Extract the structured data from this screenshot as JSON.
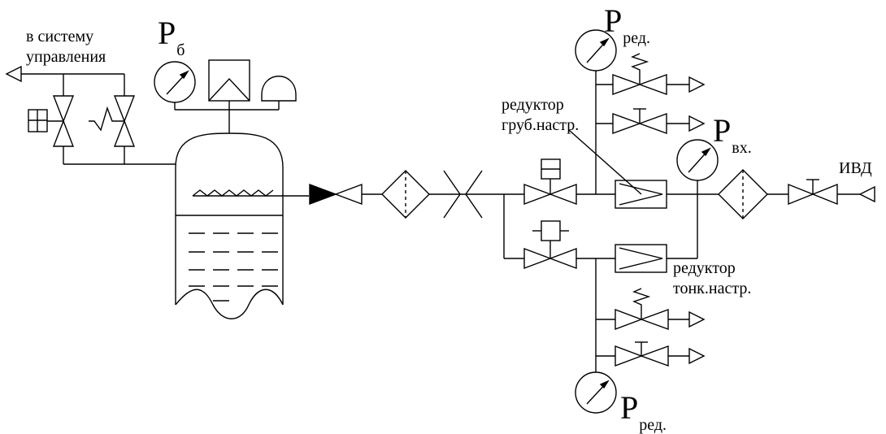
{
  "labels": {
    "control_system": {
      "line1": "в систему",
      "line2": "управления"
    },
    "p_tank": {
      "main": "P",
      "sub": "б"
    },
    "p_reduced_top": {
      "main": "P",
      "sub": "ред."
    },
    "p_inlet": {
      "main": "P",
      "sub": "вх."
    },
    "p_reduced_bottom": {
      "main": "P",
      "sub": "ред."
    },
    "coarse_reducer": {
      "line1": "редуктор",
      "line2": "груб.настр."
    },
    "fine_reducer": {
      "line1": "редуктор",
      "line2": "тонк.настр."
    },
    "high_pressure_source": "ИВД"
  },
  "colors": {
    "line": "#000000",
    "background": "#ffffff"
  }
}
